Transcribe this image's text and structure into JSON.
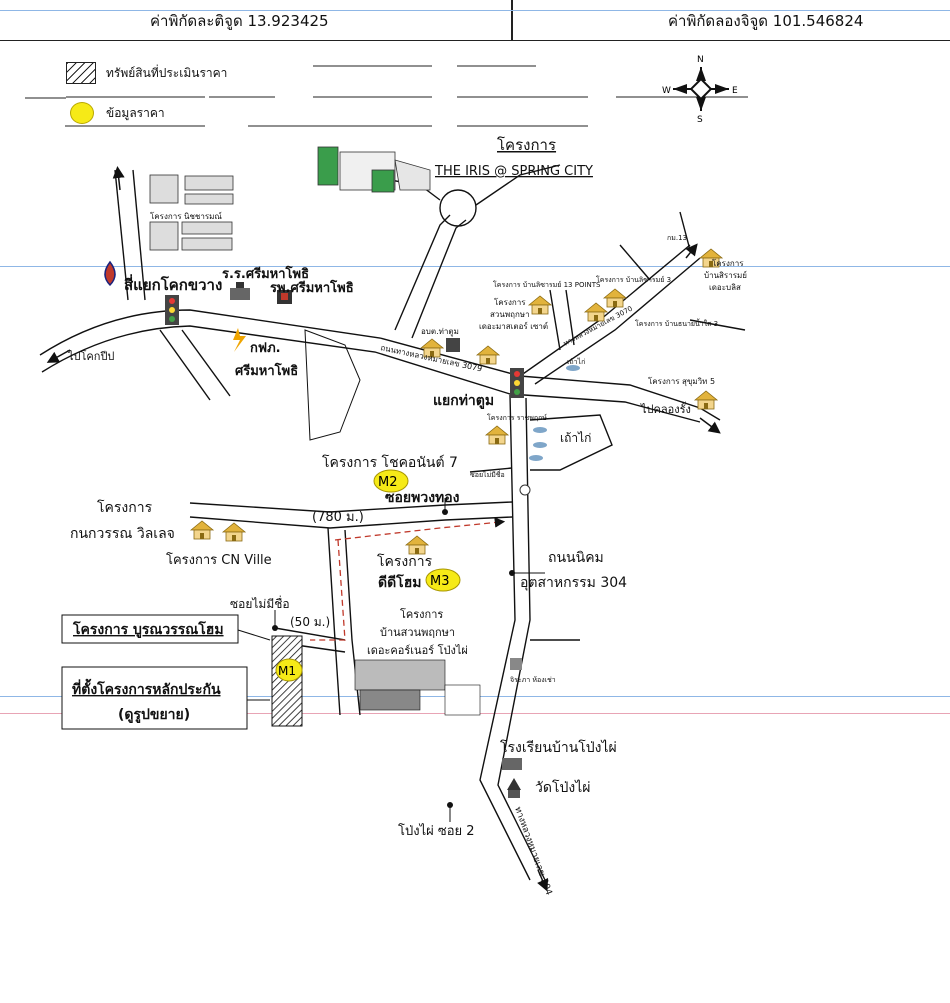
{
  "header": {
    "latitude_label": "ค่าพิกัดละติจูด 13.923425",
    "longitude_label": "ค่าพิกัดลองจิจูด 101.546824"
  },
  "legend": {
    "appraised_property": "ทรัพย์สินที่ประเมินราคา",
    "price_data": "ข้อมูลราคา"
  },
  "compass": {
    "n": "N",
    "s": "S",
    "e": "E",
    "w": "W"
  },
  "colors": {
    "marker_yellow": "#f6ea17",
    "road_dashed_red": "#c0392b",
    "light_line_blue": "#8fb7e6",
    "light_line_pink": "#e8a4b5",
    "house_icon": "#e2b33c"
  },
  "labels": {
    "iris_project_heading": "โครงการ",
    "iris_project_name": "THE IRIS @ SPRING CITY",
    "nitcharam_project": "โครงการ นิชชารมณ์",
    "si_yaek_khok_khwang": "สี่แยกโคกขวาง",
    "to_khok_khwang": "ไปโคกปีป",
    "srimahaphot_school": "ร.ร.ศรีมหาโพธิ",
    "srimahaphot_hospital": "รพ.ศรีมหาโพธิ",
    "pea_srimahaphot_1": "กฟภ.",
    "pea_srimahaphot_2": "ศรีมหาโพธิ",
    "yaek_tha_tum": "แยกท่าตูม",
    "to_khlong_rung": "ไปคลองรั้ง",
    "obt_tha_tum": "อบต.ท่าตูม",
    "suanphruksa_project_1": "โครงการ",
    "suanphruksa_project_2": "สวนพฤกษา",
    "suanphruksa_project_3": "เดอะมาสเตอร์ เซาต์",
    "proj_ban_lisa": "โครงการ บ้านลิซารมย์ 13 POINTS",
    "proj_ban_lisa2": "โครงการ บ้านลิซารมย์ 3",
    "proj_ban_sirarom_1": "โครงการ",
    "proj_ban_sirarom_2": "บ้านสิรารมย์",
    "proj_ban_sirarom_3": "เดอะบลิส",
    "proj_ban_tanya": "โครงการ บ้านธนายน้ำใส 3",
    "proj_sukhumvit5": "โครงการ สุขุมวิท 5",
    "kok_13": "กม.13",
    "road_3079": "ถนนทางหลวงหมายเลข 3079",
    "road_3070": "ทางหลวงหมายเลข 3070",
    "chok_anan_7": "โครงการ โชคอนันต์ 7",
    "ratchaphruek": "โครงการ ราชพฤกษ์",
    "soi_mai_mi_chue_top": "ซอยไม่มีชื่อ",
    "soi_phuang_thong": "ซอยพวงทอง",
    "dist_780": "(780 ม.)",
    "kanokworan_1": "โครงการ",
    "kanokworan_2": "กนกวรรณ วิลเลจ",
    "cn_ville": "โครงการ CN Ville",
    "didi_home_1": "โครงการ",
    "didi_home_2": "ดีดีโฮม",
    "nikhom_1": "ถนนนิคม",
    "nikhom_2": "อุตสาหกรรม 304",
    "soi_mai_mi_chue": "ซอยไม่มีชื่อ",
    "dist_50": "(50 ม.)",
    "buranawan_home": "โครงการ บูรณวรรณโฮม",
    "collateral_1": "ที่ตั้งโครงการหลักประกัน",
    "collateral_2": "(ดูรูปขยาย)",
    "ban_suan_1": "โครงการ",
    "ban_suan_2": "บ้านสวนพฤกษา",
    "ban_suan_3": "เดอะคอร์เนอร์ โป่งไผ่",
    "chaiyaphat_room": "จิระภา ห้องเช่า",
    "school_ban_pong_phai": "โรงเรียนบ้านโป่งไผ่",
    "wat_pong_phai": "วัดโป่งไผ่",
    "pong_phai_soi_2": "โป่งไผ่ ซอย 2",
    "road_304_bottom": "ทางหลวงหมายเลข 304",
    "tao_kai": "เถ้าไก่",
    "tao_kai_small": "เถ้าไก่",
    "m1": "M1",
    "m2": "M2",
    "m3": "M3"
  }
}
